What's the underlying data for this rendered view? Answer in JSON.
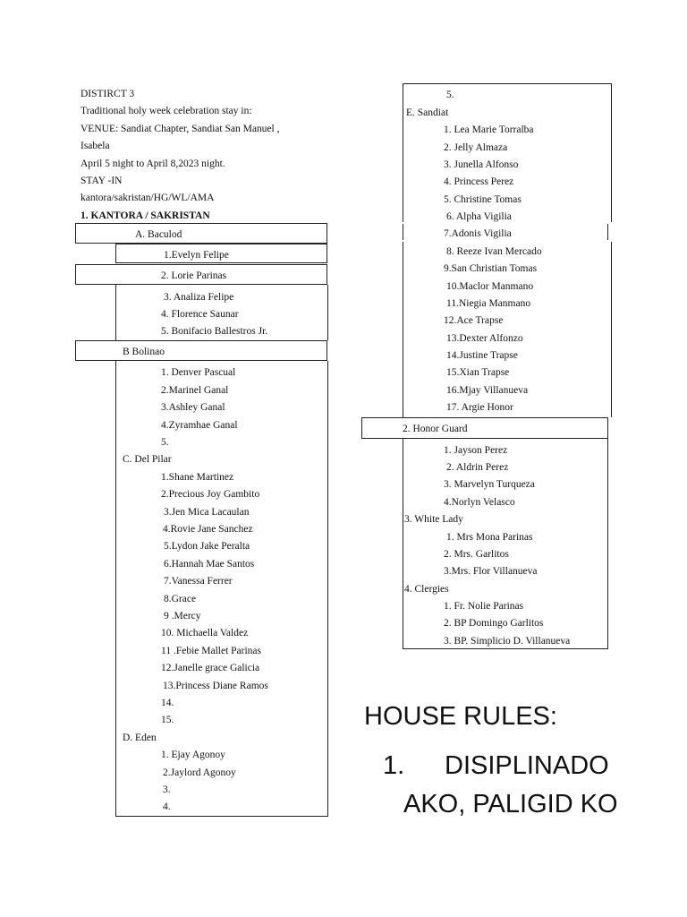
{
  "header": {
    "district": "DISTIRCT 3",
    "line1": "Traditional holy week celebration stay in:",
    "line2": "VENUE: Sandiat Chapter, Sandiat San Manuel ,",
    "line3": "Isabela",
    "line4": "April 5 night to April 8,2023 night.",
    "line5": "STAY -IN",
    "line6": "kantora/sakristan/HG/WL/AMA",
    "section_title": "1. KANTORA / SAKRISTAN"
  },
  "baculod": {
    "title": "A. Baculod",
    "items": [
      "1.Evelyn Felipe",
      "2. Lorie Parinas",
      "3. Analiza Felipe",
      "4. Florence Saunar",
      "5. Bonifacio Ballestros Jr."
    ]
  },
  "bolinao": {
    "title": "B Bolinao",
    "items": [
      "1. Denver Pascual",
      "2.Marinel Ganal",
      "3.Ashley Ganal",
      "4.Zyramhae Ganal",
      "5."
    ]
  },
  "delpilar": {
    "title": "C. Del Pilar",
    "items": [
      "1.Shane Martinez",
      "2.Precious Joy Gambito",
      "3.Jen Mica Lacaulan",
      "4.Rovie Jane Sanchez",
      "5.Lydon Jake Peralta",
      "6.Hannah Mae Santos",
      "7.Vanessa Ferrer",
      "8.Grace",
      "9 .Mercy",
      "10. Michaella Valdez",
      "11 .Febie Mallet Parinas",
      "12.Janelle grace Galicia",
      "13.Princess Diane Ramos",
      "14.",
      "15."
    ]
  },
  "eden": {
    "title": "D. Eden",
    "items": [
      "1. Ejay Agonoy",
      "2.Jaylord Agonoy",
      "3.",
      "4."
    ]
  },
  "right_top_item": "5.",
  "sandiat": {
    "title": "E. Sandiat",
    "items": [
      "1. Lea Marie Torralba",
      "2. Jelly Almaza",
      "3. Junella Alfonso",
      "4. Princess Perez",
      "5.  Christine Tomas",
      "6. Alpha Vigilia",
      "7.Adonis Vigilia",
      "8. Reeze Ivan Mercado",
      "9.San Christian Tomas",
      "10.Maclor Manmano",
      "11.Niegia Manmano",
      "12.Ace Trapse",
      "13.Dexter Alfonzo",
      "14.Justine Trapse",
      "15.Xian Trapse",
      "16.Mjay Villanueva",
      "17. Argie Honor"
    ]
  },
  "honor_guard": {
    "title": "2.  Honor Guard",
    "items": [
      "1. Jayson Perez",
      "2. Aldrin Perez",
      "3. Marvelyn Turqueza",
      "4.Norlyn  Velasco"
    ]
  },
  "white_lady": {
    "title": "3. White Lady",
    "items": [
      "1. Mrs Mona Parinas",
      "2. Mrs. Garlitos",
      "3.Mrs. Flor Villanueva"
    ]
  },
  "clergies": {
    "title": "4.  Clergies",
    "items": [
      "1. Fr. Nolie Parinas",
      "2. BP Domingo Garlitos",
      "3. BP. Simplicio D. Villanueva"
    ]
  },
  "house_rules": {
    "title": "HOUSE RULES:",
    "rule_number": "1.",
    "rule_line1": "DISIPLINADO",
    "rule_line2": "AKO, PALIGID KO"
  }
}
